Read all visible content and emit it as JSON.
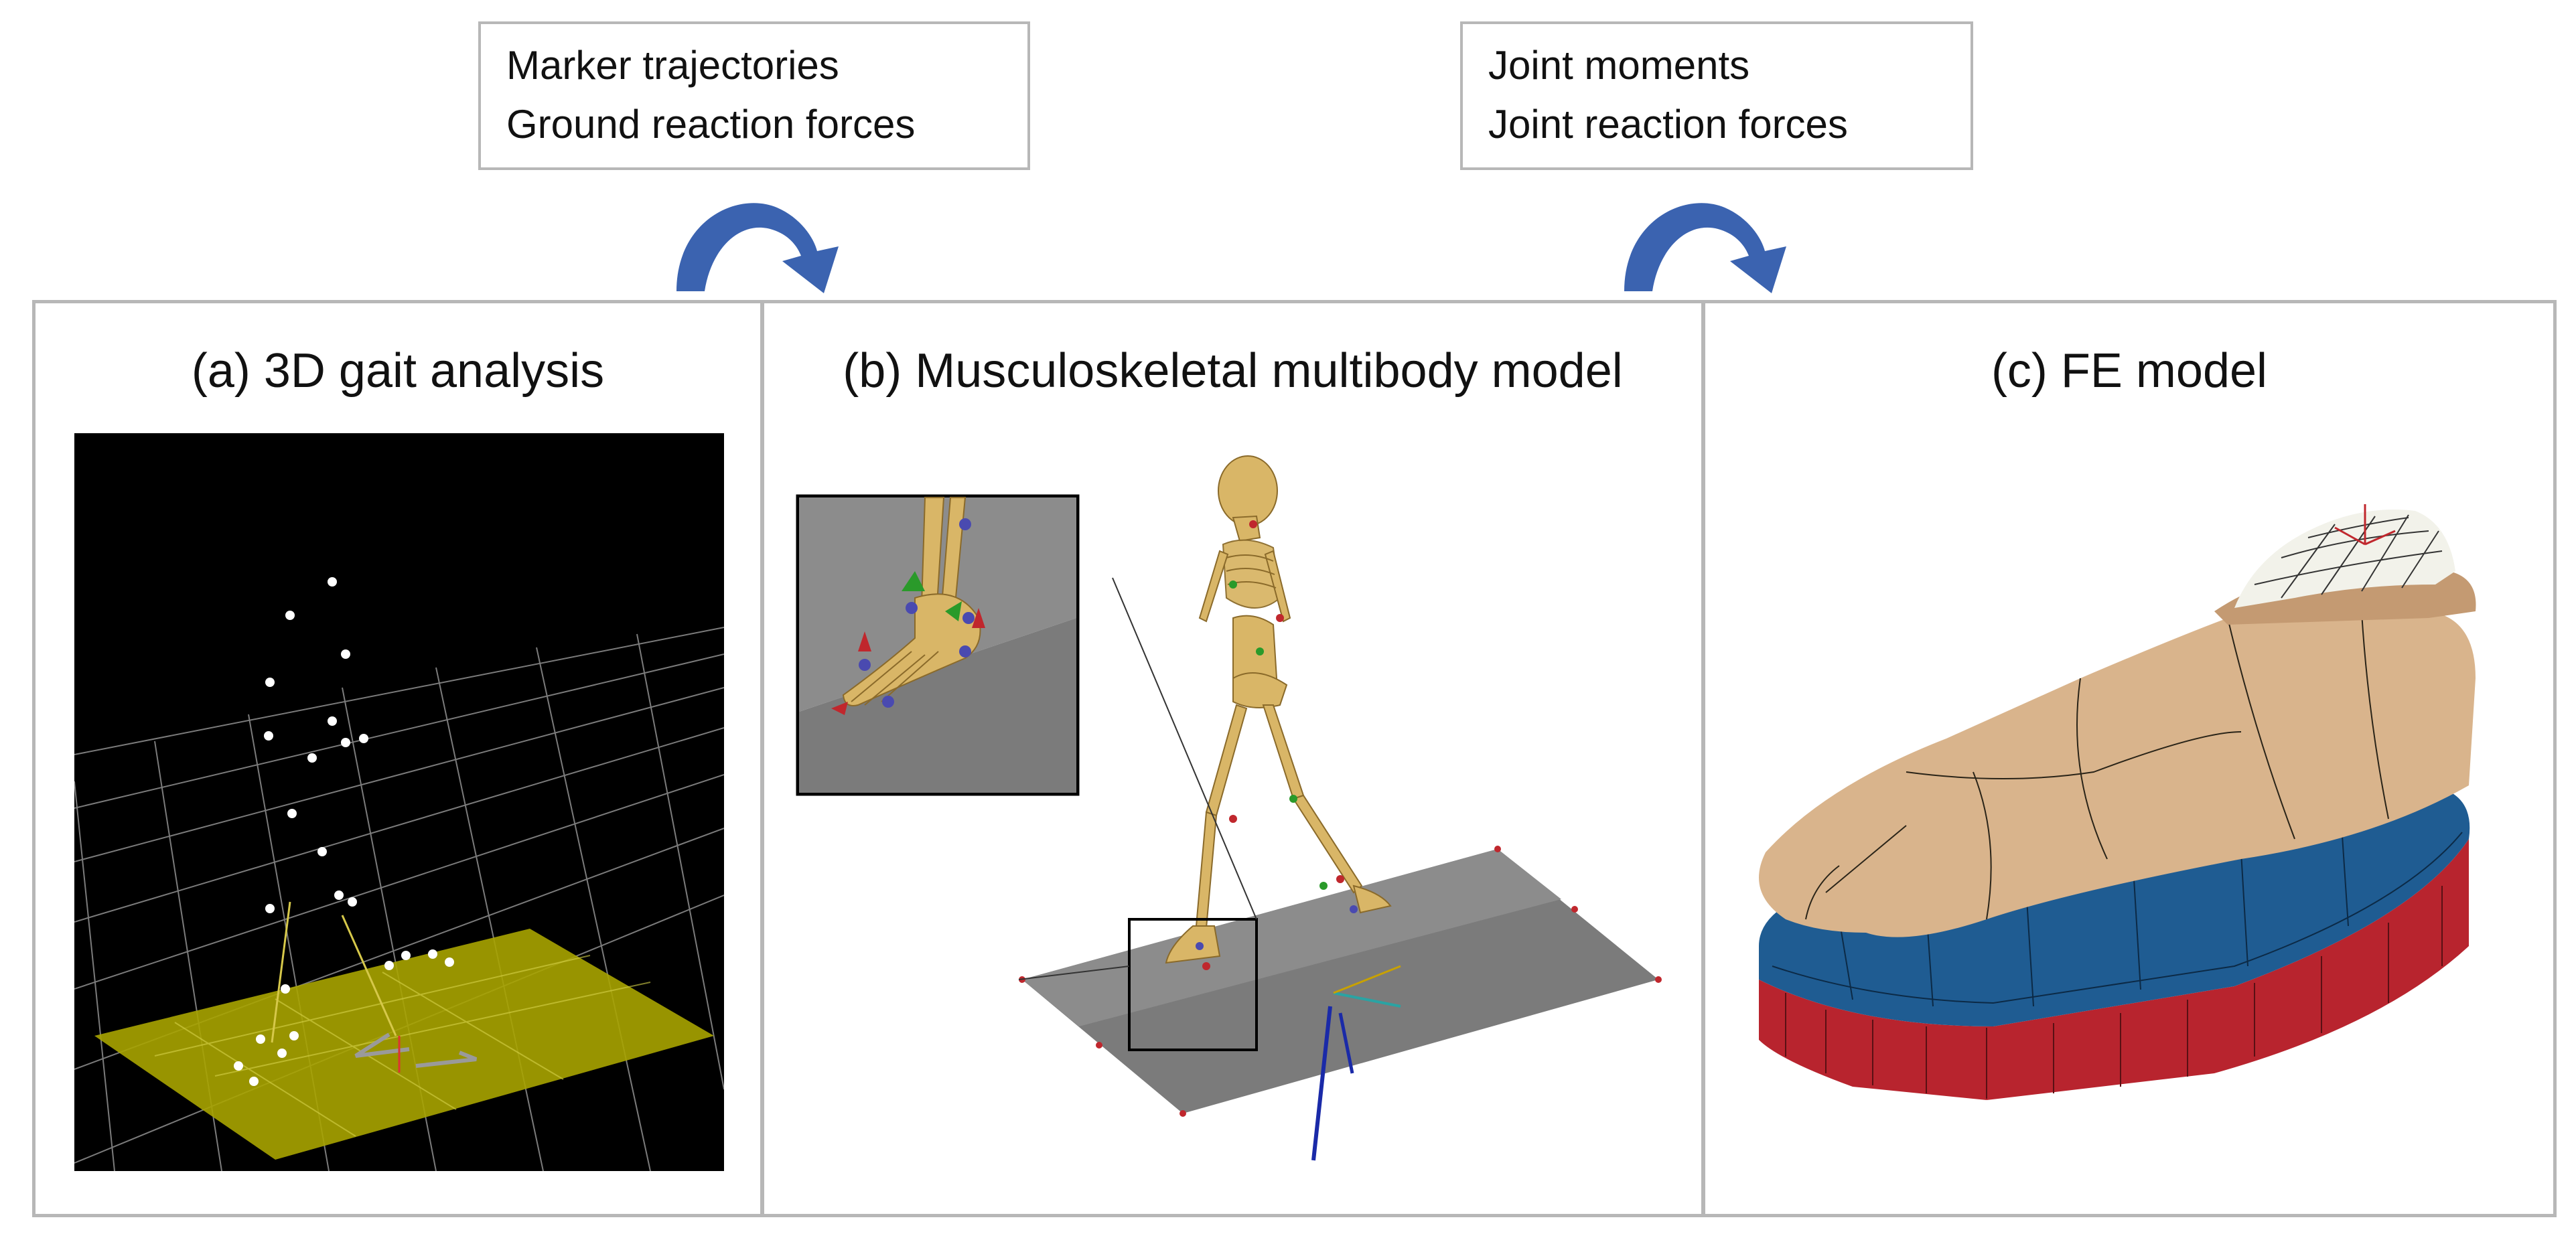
{
  "inputs": {
    "gait_outputs": [
      "Marker trajectories",
      "Ground reaction forces"
    ],
    "model_outputs": [
      "Joint moments",
      "Joint reaction forces"
    ]
  },
  "panels": {
    "gait": {
      "title": "(a) 3D gait analysis"
    },
    "multibody": {
      "title": "(b) Musculoskeletal multibody model"
    },
    "fe": {
      "title": "(c) FE model"
    }
  },
  "colors": {
    "arrow": "#3b63b0",
    "border": "#b7b7b7",
    "force_plate": "#a8a400",
    "bone": "#d9b667",
    "shoe_upper": "#d9b48c",
    "midsole": "#1f5c92",
    "outsole": "#b8242e"
  }
}
